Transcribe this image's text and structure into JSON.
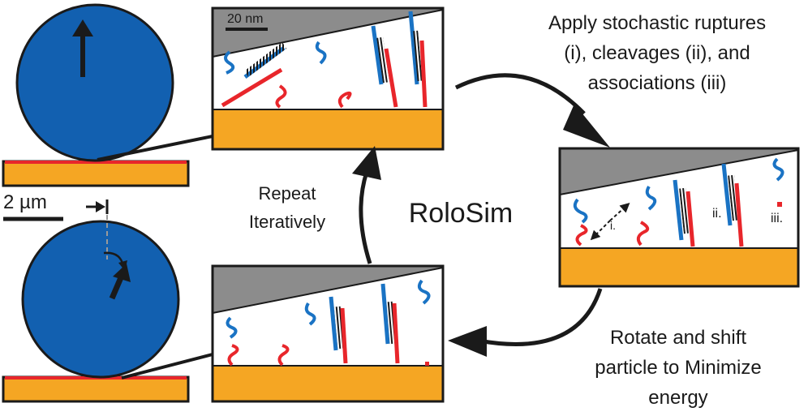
{
  "top_label": {
    "lines": [
      "Apply stochastic ruptures",
      "(i), cleavages (ii), and",
      "associations (iii)"
    ]
  },
  "bottom_label": {
    "lines": [
      "Rotate and shift",
      "particle to Minimize",
      "energy"
    ]
  },
  "left_label": {
    "lines": [
      "Repeat",
      "Iteratively"
    ]
  },
  "center_title": "RoloSim",
  "scale_bars": {
    "zoom": "20 nm",
    "particle": "2 µm"
  },
  "event_markers": {
    "rupture": "i.",
    "cleavage": "ii.",
    "association": "iii."
  },
  "colors": {
    "particle": "#1260b0",
    "substrate": "#f5a623",
    "tether_blue": "#1a73c4",
    "tether_red": "#e8262b",
    "wedge": "#8c8c8c"
  }
}
